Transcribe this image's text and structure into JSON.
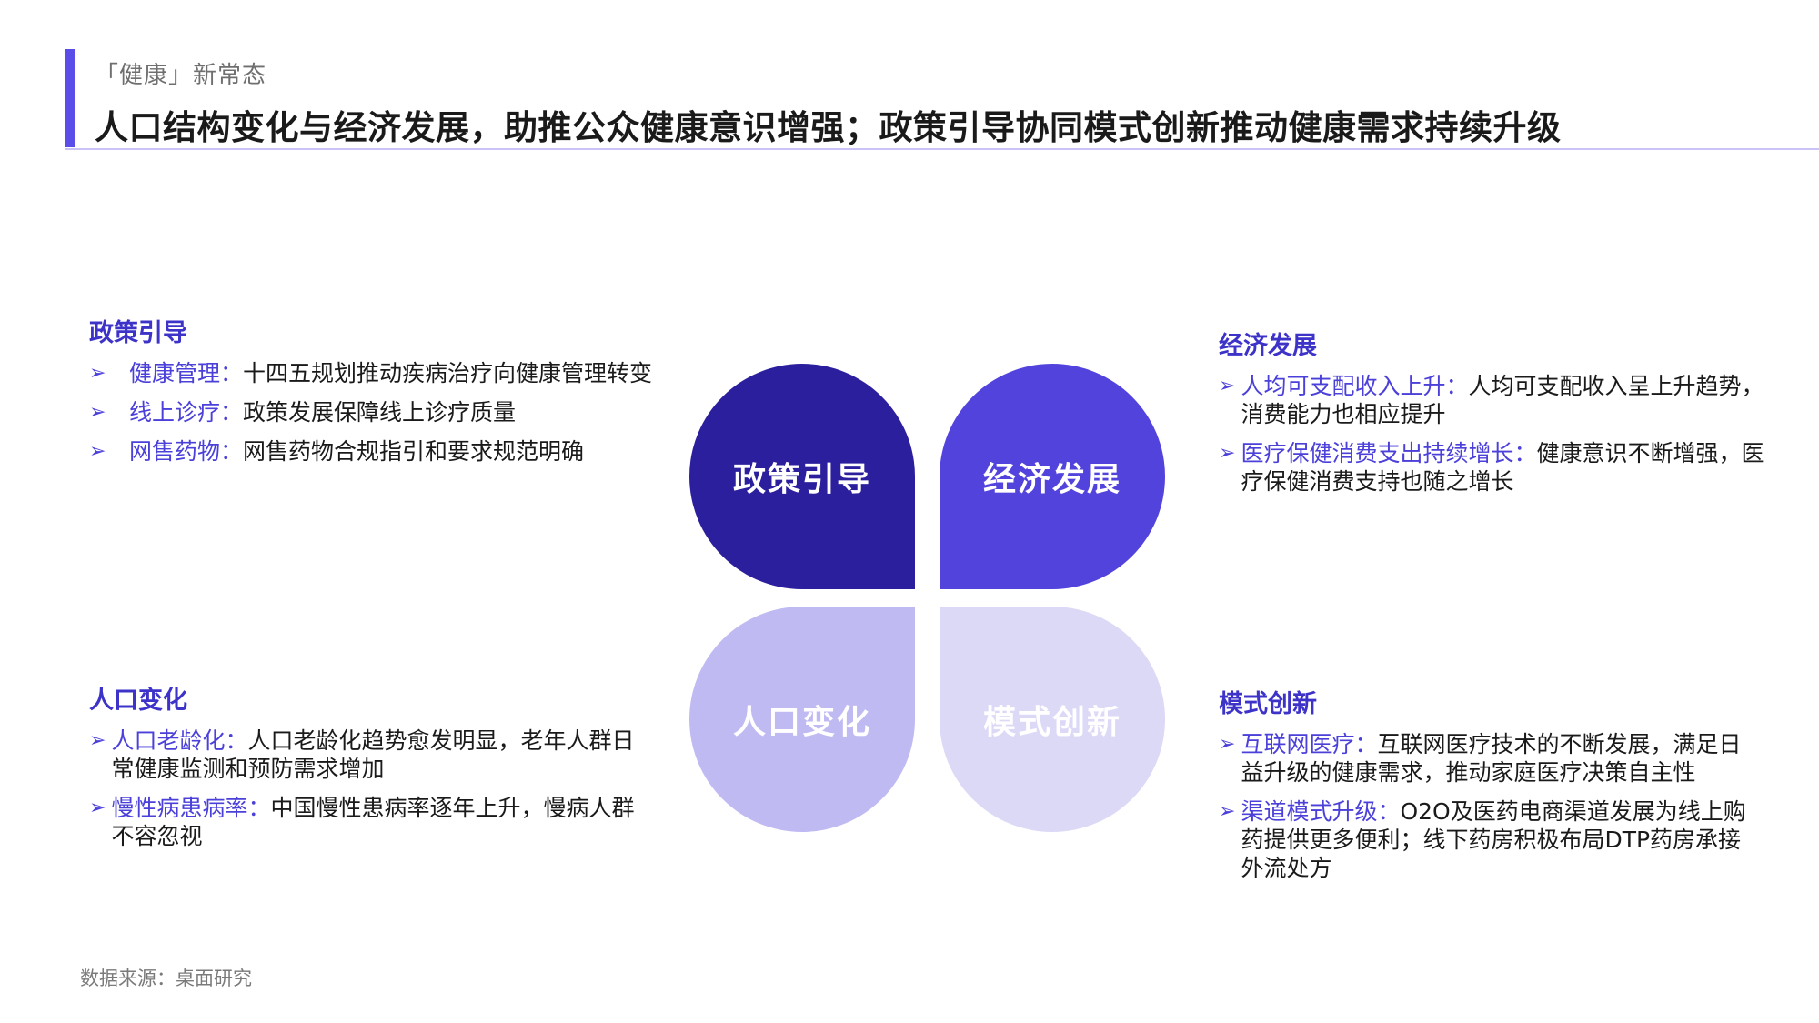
{
  "header": {
    "supertitle": "「健康」新常态",
    "title": "人口结构变化与经济发展，助推公众健康意识增强；政策引导协同模式创新推动健康需求持续升级"
  },
  "colors": {
    "accent": "#5b4ee8",
    "label": "#4b40d9",
    "petal_policy": "#2b1f9d",
    "petal_economy": "#5243dd",
    "petal_population": "#c0baf3",
    "petal_model": "#dcd9f7"
  },
  "petals": {
    "policy": "政策引导",
    "economy": "经济发展",
    "population": "人口变化",
    "model": "模式创新"
  },
  "arrow_icon": "chevron-right-icon",
  "policy": {
    "title": "政策引导",
    "items": [
      {
        "label": "健康管理：",
        "text": "十四五规划推动疾病治疗向健康管理转变"
      },
      {
        "label": "线上诊疗：",
        "text": "政策发展保障线上诊疗质量"
      },
      {
        "label": "网售药物：",
        "text": "网售药物合规指引和要求规范明确"
      }
    ]
  },
  "economy": {
    "title": "经济发展",
    "items": [
      {
        "label": "人均可支配收入上升：",
        "text": "人均可支配收入呈上升趋势，消费能力也相应提升"
      },
      {
        "label": "医疗保健消费支出持续增长：",
        "text": "健康意识不断增强，医疗保健消费支持也随之增长"
      }
    ]
  },
  "population": {
    "title": "人口变化",
    "items": [
      {
        "label": "人口老龄化：",
        "text": "人口老龄化趋势愈发明显，老年人群日常健康监测和预防需求增加"
      },
      {
        "label": "慢性病患病率：",
        "text": "中国慢性患病率逐年上升，慢病人群不容忽视"
      }
    ]
  },
  "model": {
    "title": "模式创新",
    "items": [
      {
        "label": "互联网医疗：",
        "text": "互联网医疗技术的不断发展，满足日益升级的健康需求，推动家庭医疗决策自主性"
      },
      {
        "label": "渠道模式升级：",
        "text": "O2O及医药电商渠道发展为线上购药提供更多便利；线下药房积极布局DTP药房承接外流处方"
      }
    ]
  },
  "source": "数据来源：桌面研究"
}
